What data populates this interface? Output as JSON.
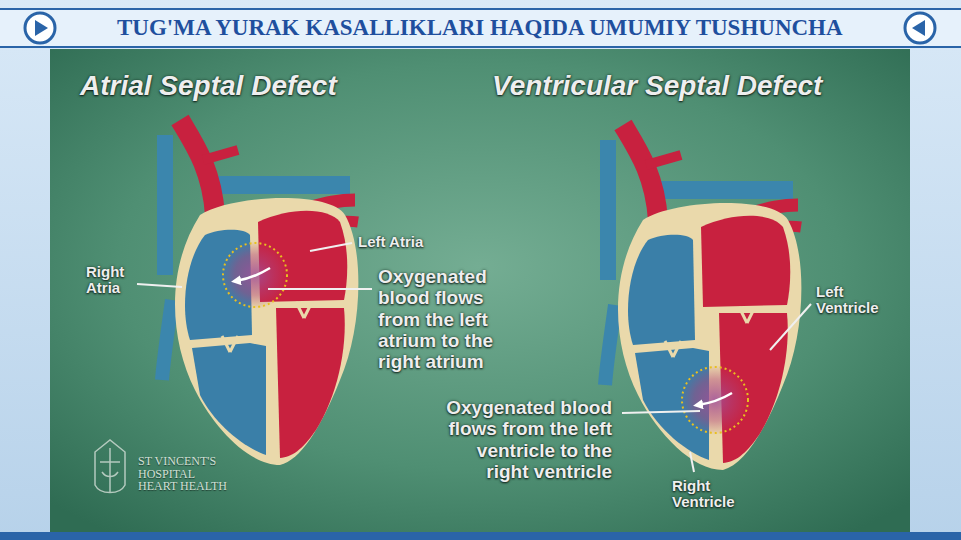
{
  "diagram": {
    "title": "TUG'MA YURAK KASALLIKLARI HAQIDA UMUMIY TUSHUNCHA",
    "labels": [
      "Atrial Septal Defect",
      "Ventricular Septal Defect",
      "Left Atria",
      "Right Atria",
      "Oxygenated blood flows from the left atrium to the right atrium",
      "Left Ventricle",
      "Oxygenated blood flows from the left ventricle to the right ventricle",
      "Right Ventricle",
      "ST VINCENT'S HOSPITAL HEART HEALTH"
    ]
  }
}
